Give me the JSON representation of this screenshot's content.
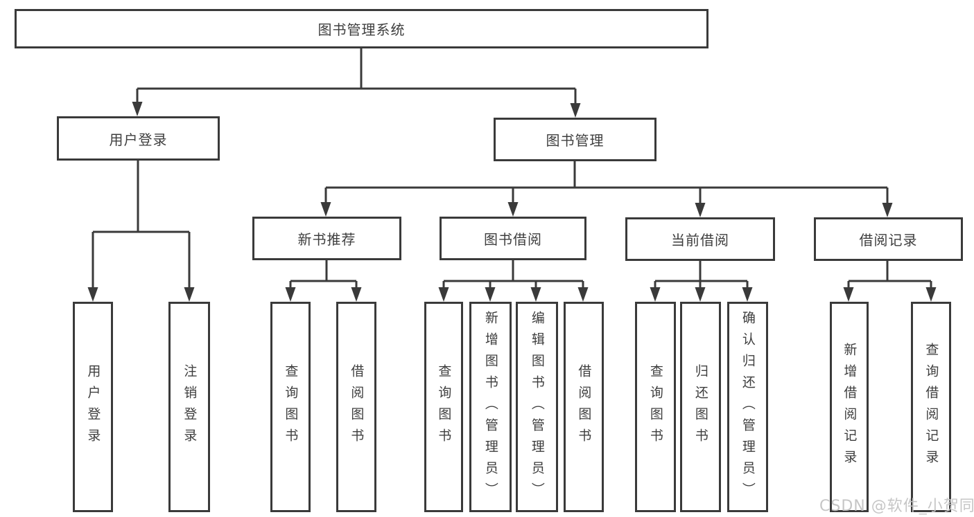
{
  "diagram_title": "图书管理系统",
  "tree": {
    "label": "图书管理系统",
    "children": [
      {
        "label": "用户登录",
        "children": [
          {
            "label": "用户登录"
          },
          {
            "label": "注销登录"
          }
        ]
      },
      {
        "label": "图书管理",
        "children": [
          {
            "label": "新书推荐",
            "children": [
              {
                "label": "查询图书"
              },
              {
                "label": "借阅图书"
              }
            ]
          },
          {
            "label": "图书借阅",
            "children": [
              {
                "label": "查询图书"
              },
              {
                "label": "新增图书（管理员）"
              },
              {
                "label": "编辑图书（管理员）"
              },
              {
                "label": "借阅图书"
              }
            ]
          },
          {
            "label": "当前借阅",
            "children": [
              {
                "label": "查询图书"
              },
              {
                "label": "归还图书"
              },
              {
                "label": "确认归还（管理员）"
              }
            ]
          },
          {
            "label": "借阅记录",
            "children": [
              {
                "label": "新增借阅记录"
              },
              {
                "label": "查询借阅记录"
              }
            ]
          }
        ]
      }
    ]
  },
  "watermark": "CSDN @软件_小贺同学",
  "colors": {
    "line": "#3a3a3a",
    "text": "#3e3e3e",
    "background": "#ffffff",
    "watermark": "#c3c3c3"
  }
}
